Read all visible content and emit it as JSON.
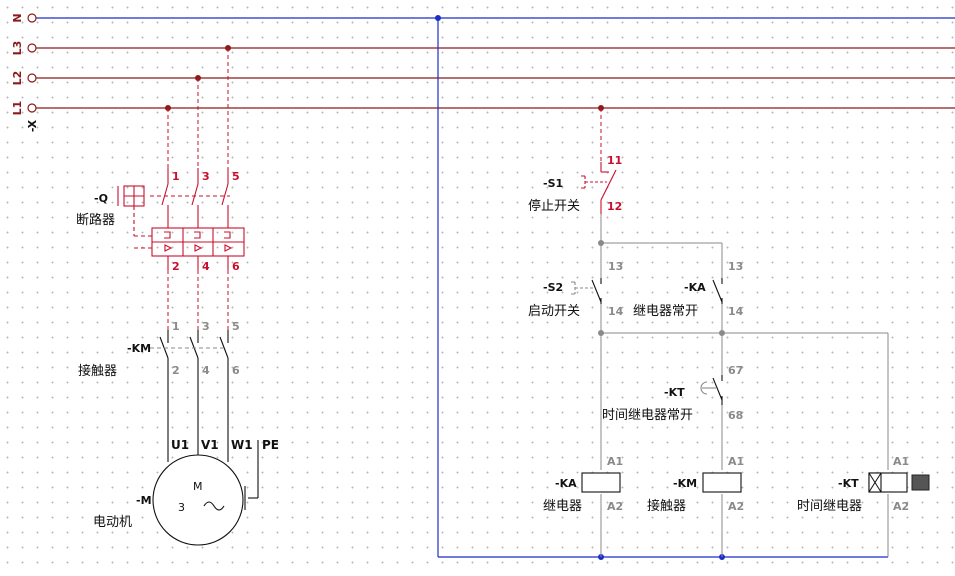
{
  "colors": {
    "phase_line": "#8b1a1a",
    "neutral_line": "#1a2fc8",
    "component_red": "#c8102e",
    "wire_gray": "#8a8a8a",
    "black": "#111111"
  },
  "rails": {
    "connector_ref": "-X",
    "labels": [
      "N",
      "L3",
      "L2",
      "L1"
    ]
  },
  "breaker": {
    "ref": "-Q",
    "name": "断路器",
    "top_pins": [
      "1",
      "3",
      "5"
    ],
    "bottom_pins": [
      "2",
      "4",
      "6"
    ]
  },
  "contactor_main": {
    "ref": "-KM",
    "name": "接触器",
    "top_pins": [
      "1",
      "3",
      "5"
    ],
    "bottom_pins": [
      "2",
      "4",
      "6"
    ]
  },
  "motor": {
    "ref": "-M",
    "name": "电动机",
    "symbol": "M",
    "phases": "3",
    "ac_symbol": "~",
    "terminals": [
      "U1",
      "V1",
      "W1",
      "PE"
    ]
  },
  "stop_switch": {
    "ref": "-S1",
    "name": "停止开关",
    "pins": [
      "11",
      "12"
    ]
  },
  "start_switch": {
    "ref": "-S2",
    "name": "启动开关",
    "pins": [
      "13",
      "14"
    ]
  },
  "relay_contact": {
    "ref": "-KA",
    "name": "继电器常开",
    "pins": [
      "13",
      "14"
    ]
  },
  "timer_contact": {
    "ref": "-KT",
    "name": "时间继电器常开",
    "pins": [
      "67",
      "68"
    ]
  },
  "relay_coil": {
    "ref": "-KA",
    "name": "继电器",
    "pins": [
      "A1",
      "A2"
    ]
  },
  "contactor_coil": {
    "ref": "-KM",
    "name": "接触器",
    "pins": [
      "A1",
      "A2"
    ]
  },
  "timer_coil": {
    "ref": "-KT",
    "name": "时间继电器",
    "pins": [
      "A1",
      "A2"
    ]
  }
}
